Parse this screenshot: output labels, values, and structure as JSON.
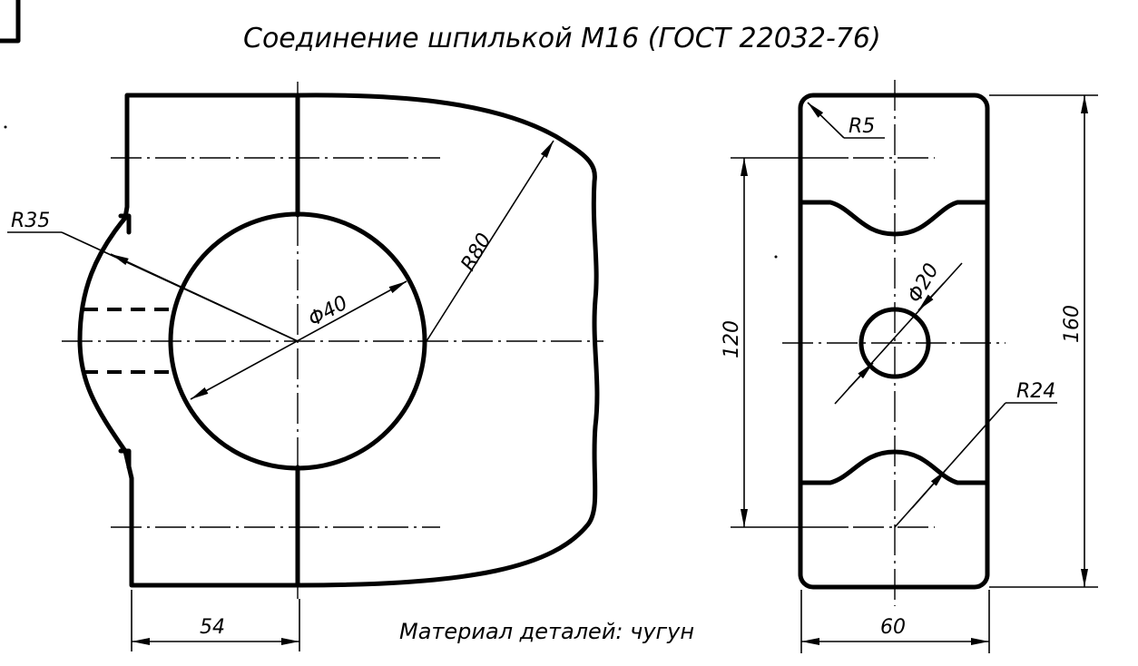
{
  "title": "Соединение шпилькой   M16 (ГОСТ 22032-76)",
  "note": "Материал деталей: чугун",
  "front_view": {
    "dim_r35": "R35",
    "dim_r80": "R80",
    "dim_d40": "Φ40",
    "dim_54": "54"
  },
  "side_view": {
    "dim_r5": "R5",
    "dim_d20": "Φ20",
    "dim_r24": "R24",
    "dim_120": "120",
    "dim_160": "160",
    "dim_60": "60"
  }
}
